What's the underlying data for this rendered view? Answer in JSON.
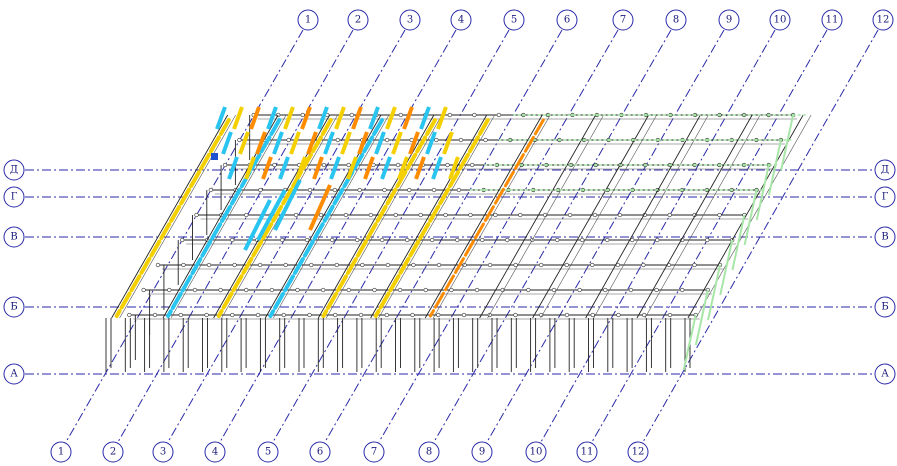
{
  "axes": {
    "numbered_top": [
      "1",
      "2",
      "3",
      "4",
      "5",
      "6",
      "7",
      "8",
      "9",
      "10",
      "11",
      "12"
    ],
    "numbered_bottom": [
      "1",
      "2",
      "3",
      "4",
      "5",
      "6",
      "7",
      "8",
      "9",
      "10",
      "11",
      "12"
    ],
    "lettered_left": [
      "Д",
      "Г",
      "В",
      "Б",
      "А"
    ],
    "lettered_right": [
      "Д",
      "Г",
      "В",
      "Б",
      "А"
    ]
  },
  "colors": {
    "axis": "#2a2aa8",
    "frame": "#222222",
    "highlight_yellow": "#f5d000",
    "highlight_orange": "#ff8c00",
    "highlight_cyan": "#29c5f0",
    "highlight_light_green": "#a8e6a8",
    "highlight_blue": "#1e50d0"
  }
}
